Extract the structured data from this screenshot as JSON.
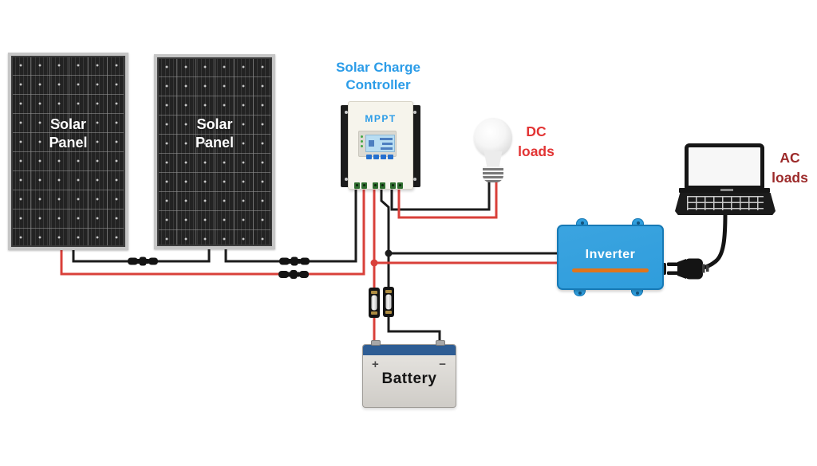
{
  "title": "Solar Charge\nController",
  "solar_panel_left": {
    "label": "Solar\nPanel"
  },
  "solar_panel_right": {
    "label": "Solar\nPanel"
  },
  "charge_controller": {
    "display_label": "MPPT"
  },
  "dc_loads": {
    "label": "DC\nloads"
  },
  "ac_loads": {
    "label": "AC\nloads"
  },
  "inverter": {
    "label": "Inverter"
  },
  "battery": {
    "label": "Battery",
    "positive_terminal": "+",
    "negative_terminal": "−"
  },
  "colors": {
    "title_blue": "#2b9ce8",
    "mppt_blue": "#2b9ce8",
    "dc_label_red": "#e23434",
    "ac_label_red": "#9c2a2a",
    "wire_red": "#d9403a",
    "wire_black": "#1c1c1c",
    "inverter_blue": "#2f9ddc",
    "inverter_stripe_orange": "#e0751c",
    "battery_band_blue": "#2e5d94",
    "panel_cell_dark": "#232323",
    "panel_frame_gray": "#c6c6c6",
    "controller_body_cream": "#f6f4ec",
    "lcd_blue": "#b8ddf2",
    "button_blue": "#2570cf",
    "terminal_green": "#2f6e2f"
  }
}
